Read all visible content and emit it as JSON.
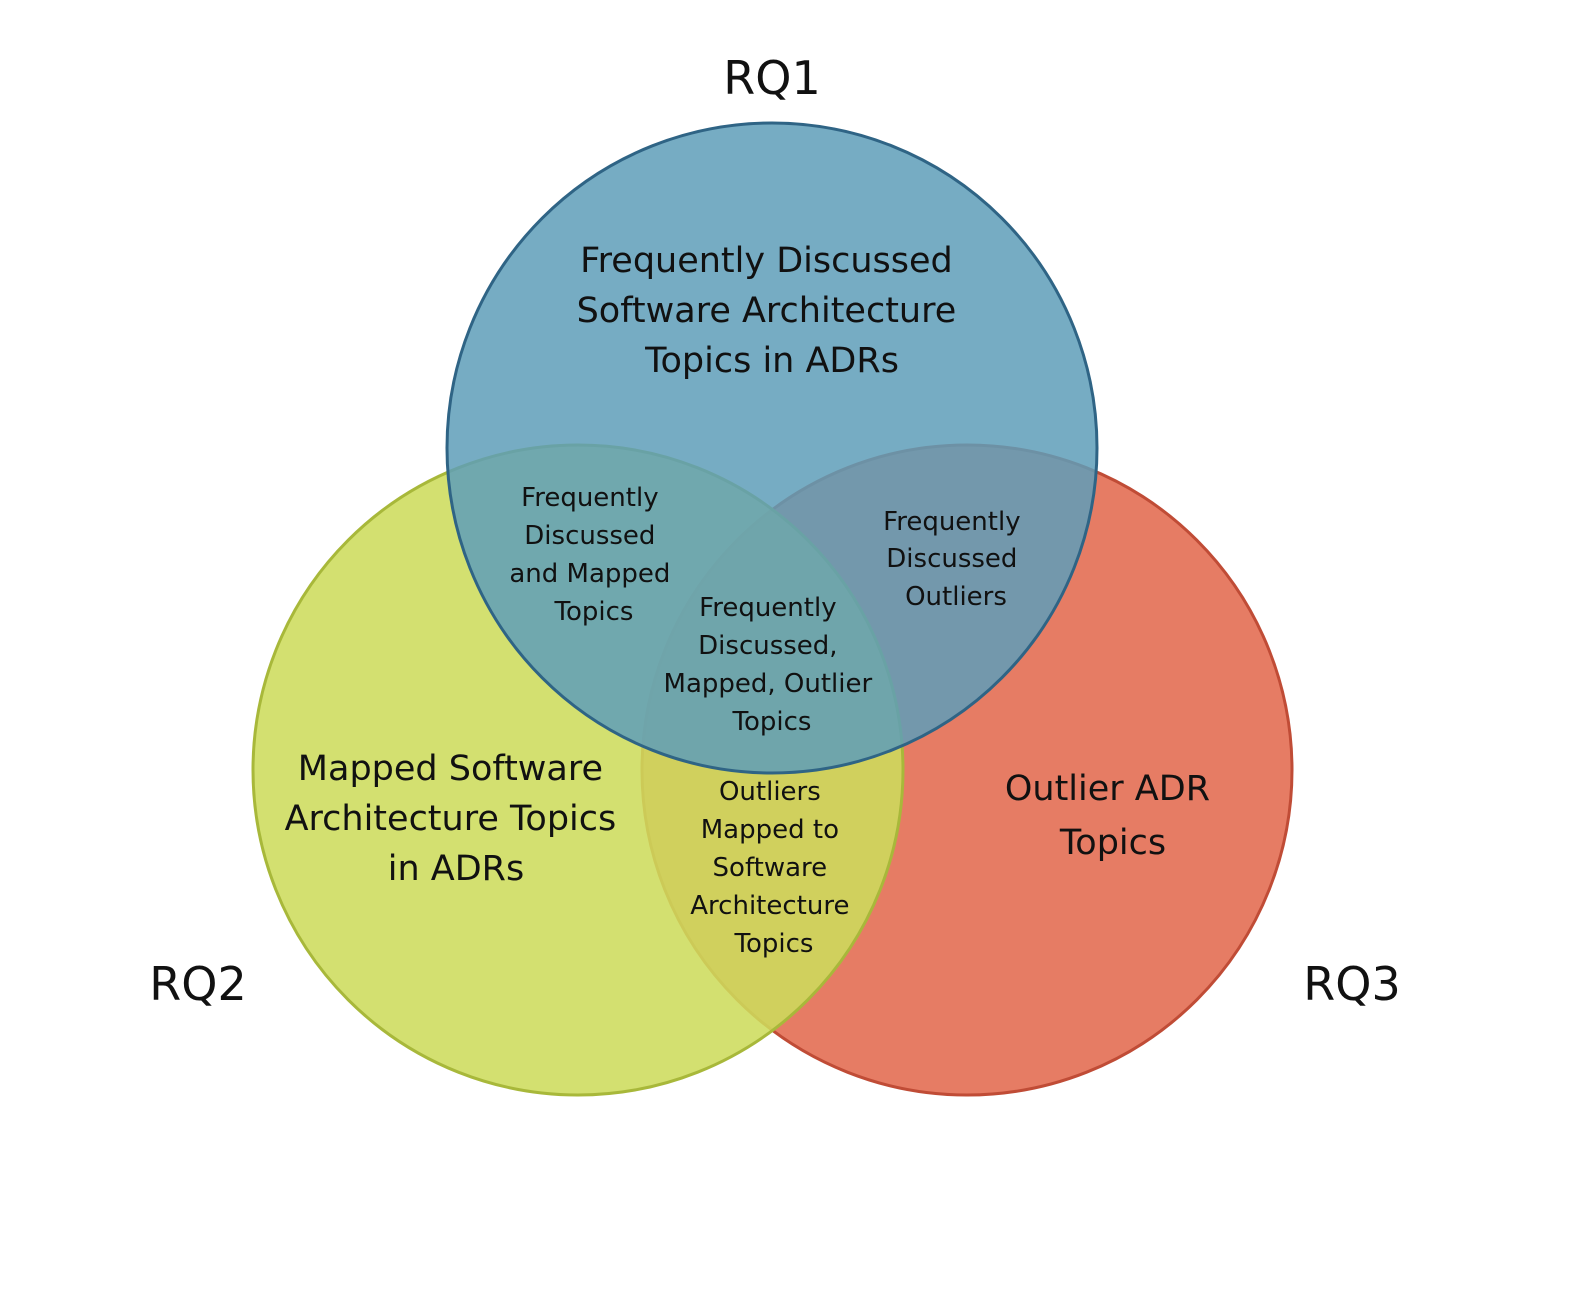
{
  "circles": {
    "rq1": {
      "label": "RQ1",
      "fill": "#5E9DB8",
      "stroke": "#2F6485",
      "lines": [
        "Frequently Discussed",
        "Software Architecture",
        "Topics in ADRs"
      ]
    },
    "rq2": {
      "label": "RQ2",
      "fill": "#CDDC5C",
      "stroke": "#A8B83A",
      "lines": [
        "Mapped Software",
        "Architecture Topics",
        "in ADRs"
      ]
    },
    "rq3": {
      "label": "RQ3",
      "fill": "#E26A4F",
      "stroke": "#C04C36",
      "lines": [
        "Outlier ADR",
        "Topics"
      ]
    }
  },
  "overlaps": {
    "rq1_rq2": [
      "Frequently",
      "Discussed",
      "and Mapped",
      "Topics"
    ],
    "rq1_rq3": [
      "Frequently",
      "Discussed",
      "Outliers"
    ],
    "rq2_rq3": [
      "Outliers",
      "Mapped to",
      "Software",
      "Architecture",
      "Topics"
    ],
    "all": [
      "Frequently",
      "Discussed,",
      "Mapped, Outlier",
      "Topics"
    ]
  }
}
